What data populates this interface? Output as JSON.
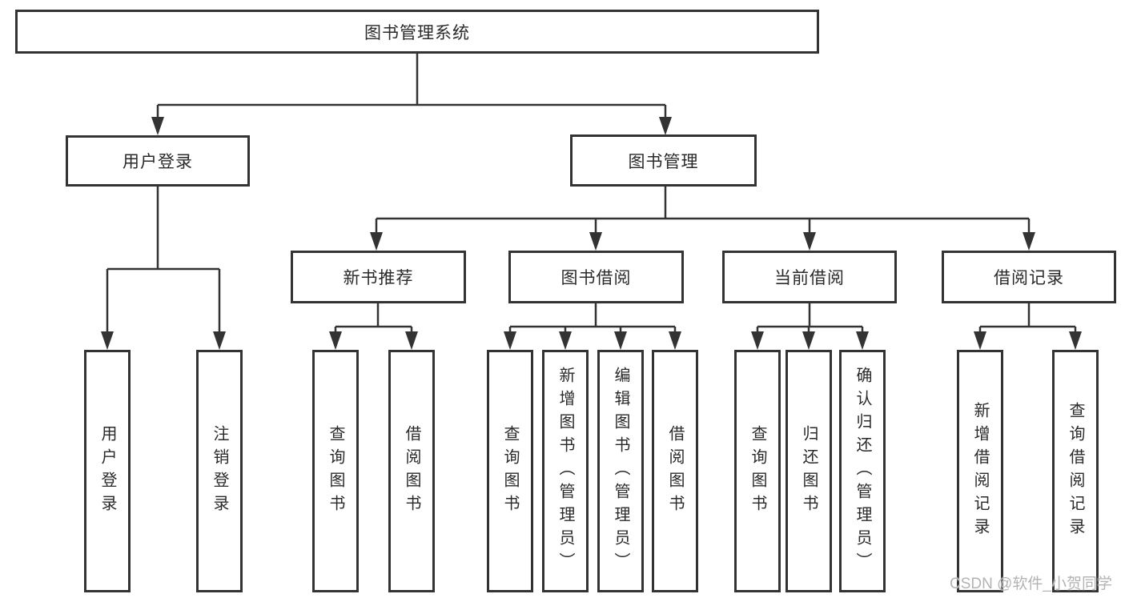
{
  "diagram_title": "图书管理系统",
  "colors": {
    "line": "#333333",
    "box_border": "#333333",
    "box_fill": "#ffffff",
    "text": "#2a2a2a",
    "watermark": "#b3b3b3"
  },
  "nodes": {
    "root": "图书管理系统",
    "user_login": "用户登录",
    "book_mgmt": "图书管理",
    "new_book_rec": "新书推荐",
    "book_borrow": "图书借阅",
    "current_borrow": "当前借阅",
    "borrow_records": "借阅记录",
    "leaf_user_login": "用户登录",
    "leaf_logout": "注销登录",
    "leaf_nbr_query": "查询图书",
    "leaf_nbr_borrow": "借阅图书",
    "leaf_bb_query": "查询图书",
    "leaf_bb_add": "新增图书（管理员）",
    "leaf_bb_edit": "编辑图书（管理员）",
    "leaf_bb_borrow": "借阅图书",
    "leaf_cb_query": "查询图书",
    "leaf_cb_return": "归还图书",
    "leaf_cb_confirm": "确认归还（管理员）",
    "leaf_br_add": "新增借阅记录",
    "leaf_br_query": "查询借阅记录"
  },
  "watermark": "CSDN @软件_小贺同学",
  "hierarchy": {
    "图书管理系统": {
      "用户登录": [
        "用户登录",
        "注销登录"
      ],
      "图书管理": {
        "新书推荐": [
          "查询图书",
          "借阅图书"
        ],
        "图书借阅": [
          "查询图书",
          "新增图书（管理员）",
          "编辑图书（管理员）",
          "借阅图书"
        ],
        "当前借阅": [
          "查询图书",
          "归还图书",
          "确认归还（管理员）"
        ],
        "借阅记录": [
          "新增借阅记录",
          "查询借阅记录"
        ]
      }
    }
  }
}
